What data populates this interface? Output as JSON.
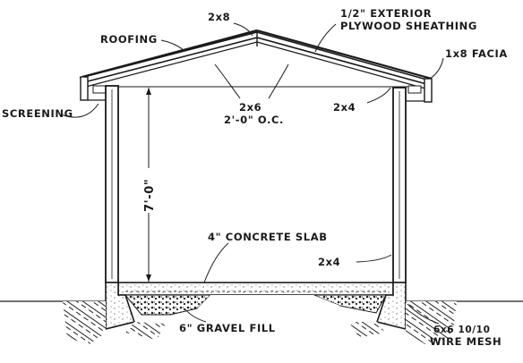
{
  "labels": {
    "rafter_top": "2x8",
    "sheathing_line1": "1/2\" EXTERIOR",
    "sheathing_line2": "PLYWOOD SHEATHING",
    "roofing": "ROOFING",
    "facia": "1x8 FACIA",
    "rafter_line1": "2x6",
    "rafter_line2": "2'-0\" O.C.",
    "plate_upper": "2x4",
    "screening": "SCREENING",
    "height_dim": "7'-0\"",
    "slab": "4\" CONCRETE SLAB",
    "stud_lower": "2x4",
    "gravel": "6\" GRAVEL FILL",
    "mesh_line1": "6x6 10/10",
    "mesh_line2": "WIRE MESH"
  }
}
